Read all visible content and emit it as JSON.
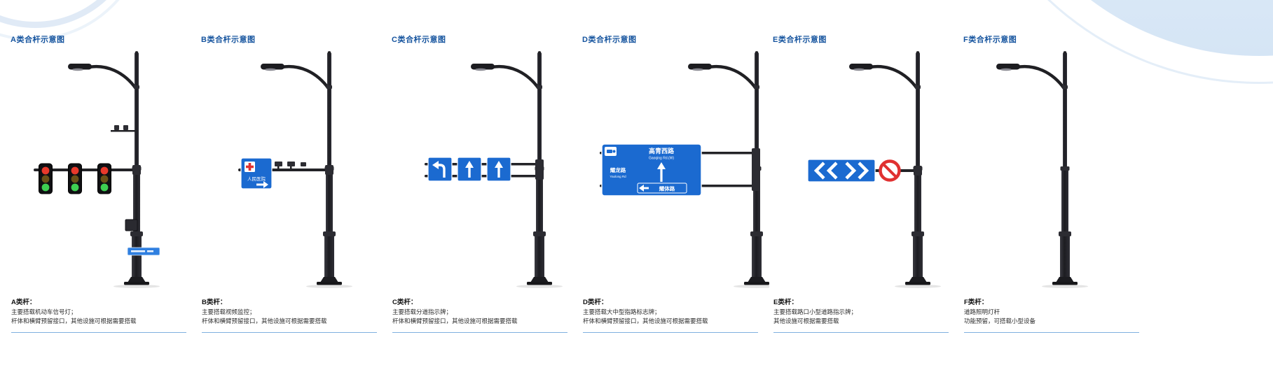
{
  "page": {
    "name": "合杆示意图"
  },
  "colors": {
    "title_blue": "#14539e",
    "sign_blue": "#1b6ad0",
    "underline_blue": "#7fb0e0",
    "signal_red": "#e8392b",
    "signal_yellow": "#d9a31c",
    "signal_green": "#3ecf52",
    "prohibit_red": "#e03131"
  },
  "columns": [
    {
      "id": "A",
      "title": "A类合杆示意图",
      "label": "A类杆：",
      "desc": [
        "主要搭载机动车信号灯；",
        "杆体和横臂预留接口，其他设施可根据需要搭载"
      ]
    },
    {
      "id": "B",
      "title": "B类合杆示意图",
      "label": "B类杆：",
      "desc": [
        "主要搭载视频监控；",
        "杆体和横臂预留接口，其他设施可根据需要搭载"
      ],
      "sign": {
        "name": "人民医院"
      }
    },
    {
      "id": "C",
      "title": "C类合杆示意图",
      "label": "C类杆：",
      "desc": [
        "主要搭载分道指示牌；",
        "杆体和横臂预留接口，其他设施可根据需要搭载"
      ]
    },
    {
      "id": "D",
      "title": "D类合杆示意图",
      "label": "D类杆：",
      "desc": [
        "主要搭载大中型指路标志牌；",
        "杆体和横臂预留接口，其他设施可根据需要搭载"
      ],
      "sign": {
        "road_top": "高青西路",
        "road_top_en": "Gaoqing Rd.(W)",
        "road_left": "耀龙路",
        "road_left_en": "Yaolong Rd",
        "road_bottom": "耀体路"
      }
    },
    {
      "id": "E",
      "title": "E类合杆示意图",
      "label": "E类杆：",
      "desc": [
        "主要搭载路口小型道路指示牌；",
        "其他设施可根据需要搭载"
      ]
    },
    {
      "id": "F",
      "title": "F类合杆示意图",
      "label": "F类杆：",
      "desc": [
        "道路照明灯杆",
        "功能预留，可搭载小型设备"
      ]
    }
  ]
}
